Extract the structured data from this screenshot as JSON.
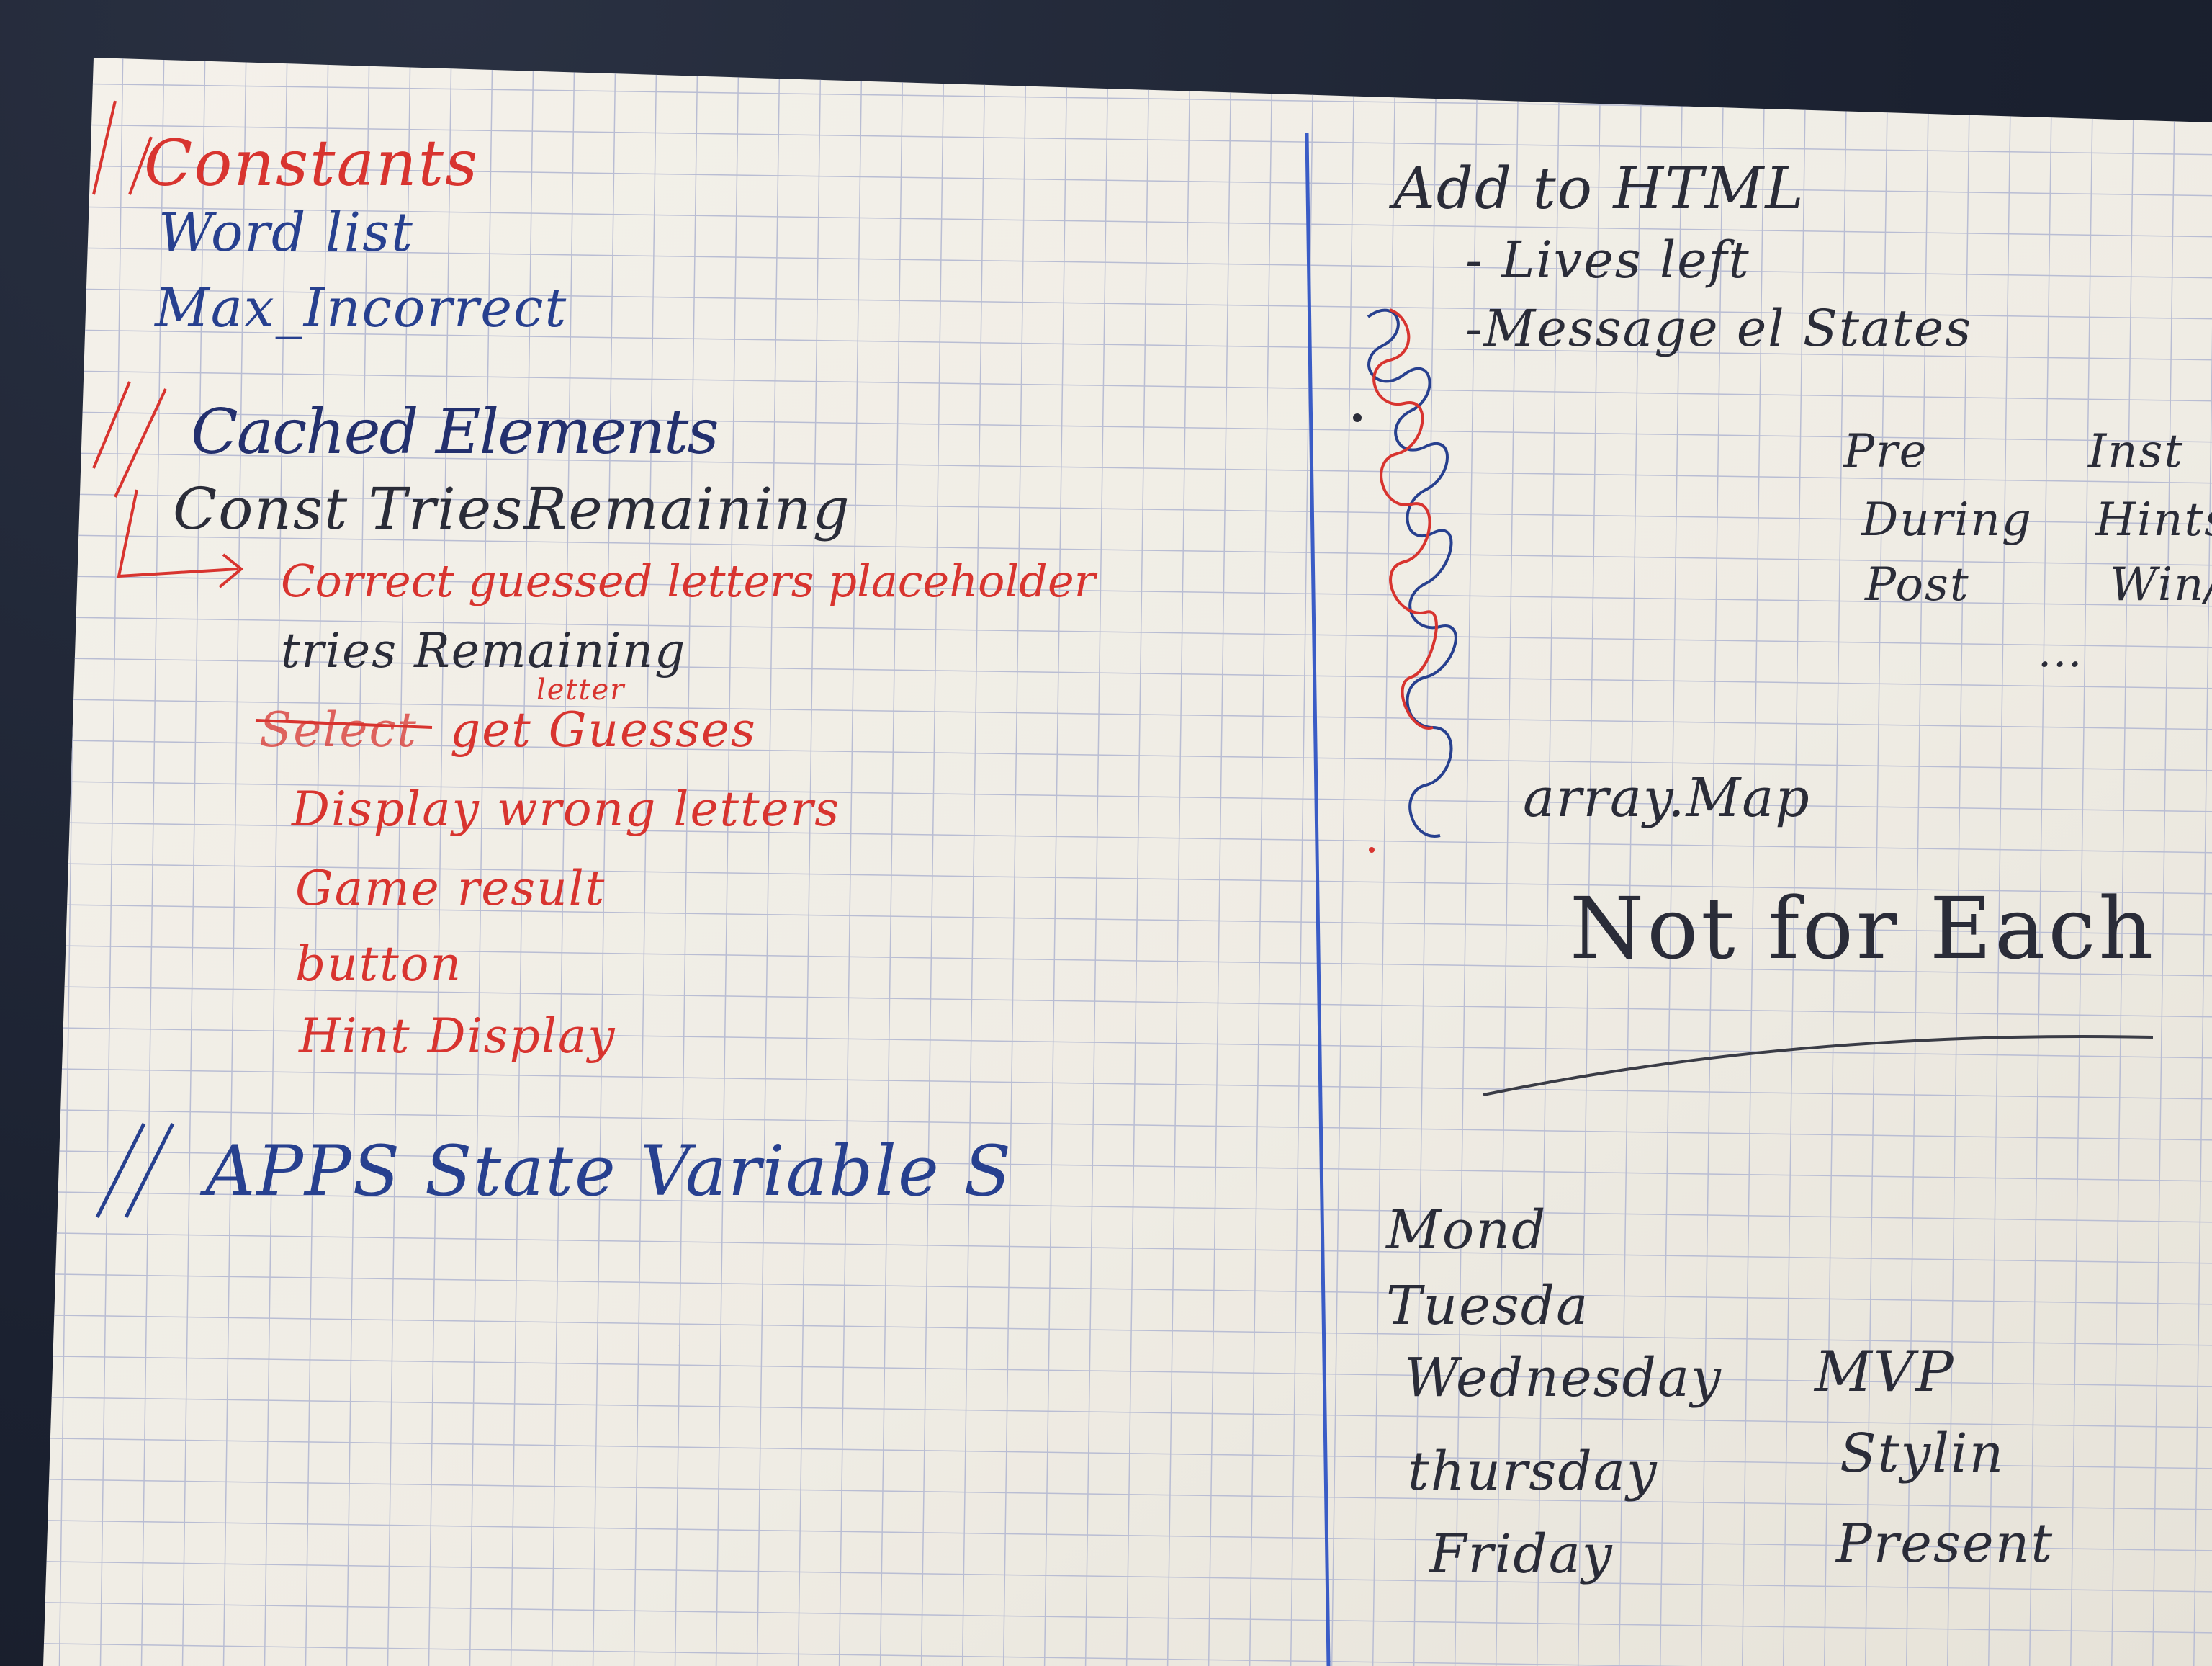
{
  "photo": {
    "description_kind": "photo of graph paper notebook page with handwritten notes",
    "colors": {
      "paper": "#f1eee6",
      "grid": "#b9bdd3",
      "margin_line": "#3a5cc6",
      "red_ink": "#d8342f",
      "blue_ink": "#27408f",
      "dark_ink": "#2a2c38",
      "desk": "#1d2433"
    }
  },
  "left_notes": {
    "constants_heading": "Constants",
    "constants_items": [
      "Word list",
      "Max_Incorrect"
    ],
    "cached_heading": "Cached Elements",
    "cached_line": "Const TriesRemaining",
    "cached_items": [
      "Correct guessed letters placeholder",
      "tries Remaining",
      "get Guesses",
      "Display wrong letters",
      "Game result",
      "button",
      "Hint Display"
    ],
    "cached_superscript": "letter",
    "cached_strikethrough": "Select",
    "state_heading": "APPS State Variable S"
  },
  "right_notes": {
    "add_heading": "Add to HTML",
    "add_items": [
      "- Lives left",
      "-Message el States"
    ],
    "states_table": [
      {
        "phase": "Pre",
        "desc": "Inst"
      },
      {
        "phase": "During",
        "desc": "Hints"
      },
      {
        "phase": "Post",
        "desc": "Win/"
      }
    ],
    "ellipsis": "...",
    "array_map": "array.Map",
    "not_for_each": "Not for Each",
    "schedule": [
      {
        "day": "Mond",
        "task": ""
      },
      {
        "day": "Tuesda",
        "task": ""
      },
      {
        "day": "Wednesday",
        "task": "MVP"
      },
      {
        "day": "thursday",
        "task": "Stylin"
      },
      {
        "day": "Friday",
        "task": "Present"
      }
    ]
  }
}
